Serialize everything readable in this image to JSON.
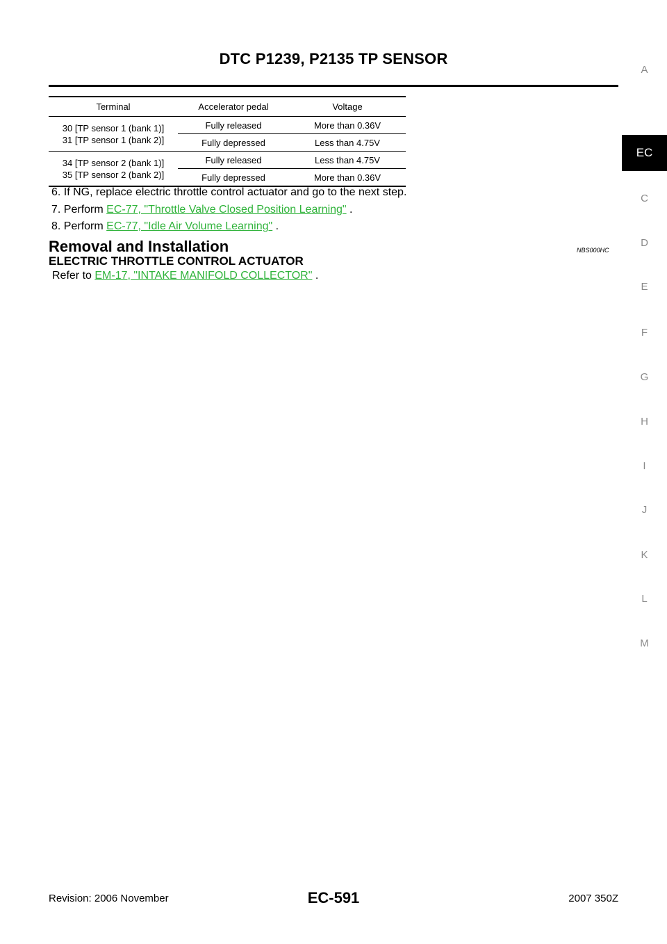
{
  "header": {
    "title": "DTC P1239, P2135 TP SENSOR"
  },
  "side_tabs": [
    "A",
    "EC",
    "C",
    "D",
    "E",
    "F",
    "G",
    "H",
    "I",
    "J",
    "K",
    "L",
    "M"
  ],
  "side_tab_active": "EC",
  "table": {
    "headers": [
      "Terminal",
      "Accelerator pedal",
      "Voltage"
    ],
    "groups": [
      {
        "terminal": [
          "30 [TP sensor 1 (bank 1)]",
          "31 [TP sensor 1 (bank 2)]"
        ],
        "rows": [
          {
            "pedal": "Fully released",
            "voltage": "More than 0.36V"
          },
          {
            "pedal": "Fully depressed",
            "voltage": "Less than 4.75V"
          }
        ]
      },
      {
        "terminal": [
          "34 [TP sensor 2 (bank 1)]",
          "35 [TP sensor 2 (bank 2)]"
        ],
        "rows": [
          {
            "pedal": "Fully released",
            "voltage": "Less than 4.75V"
          },
          {
            "pedal": "Fully depressed",
            "voltage": "More than 0.36V"
          }
        ]
      }
    ]
  },
  "steps": {
    "s6": "6.  If NG, replace electric throttle control actuator and go to the next step.",
    "s7_prefix": "7.  Perform ",
    "s7_link": "EC-77, \"Throttle Valve Closed Position Learning\"",
    "s7_suffix": " .",
    "s8_prefix": "8.  Perform ",
    "s8_link": "EC-77, \"Idle Air Volume Learning\"",
    "s8_suffix": " ."
  },
  "section": {
    "heading": "Removal and Installation",
    "code": "NBS000HC",
    "subheading": "ELECTRIC THROTTLE CONTROL ACTUATOR",
    "refer_prefix": "Refer to ",
    "refer_link": "EM-17, \"INTAKE MANIFOLD COLLECTOR\"",
    "refer_suffix": " ."
  },
  "footer": {
    "revision": "Revision: 2006 November",
    "page": "EC-591",
    "model": "2007 350Z"
  }
}
